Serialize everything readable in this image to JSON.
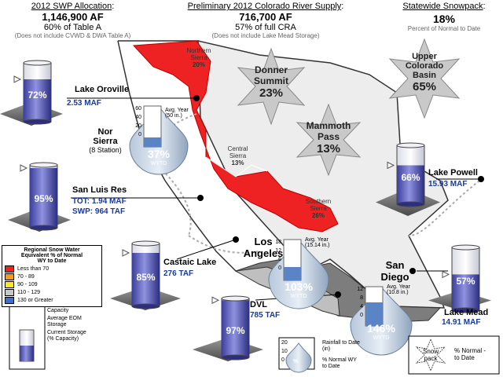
{
  "headers": {
    "swp": {
      "title": "2012 SWP Allocation",
      "colon": ":",
      "af": "1,146,900 AF",
      "pct": "60% of Table A",
      "note": "(Does not include CVWD & DWA Table A)"
    },
    "colorado": {
      "title": "Preliminary 2012 Colorado River Supply",
      "colon": ":",
      "af": "716,700 AF",
      "pct": "57% of full CRA",
      "note": "(Does not include Lake Mead Storage)"
    },
    "snowpack": {
      "title": "Statewide Snowpack",
      "colon": ":",
      "pct": "18%",
      "note": "Percent of Normal to Date"
    }
  },
  "reservoirs": [
    {
      "id": "oroville",
      "name": "Lake Oroville",
      "value": "2.53 MAF",
      "pct": "72%",
      "fill": 0.72
    },
    {
      "id": "sanluis",
      "name": "San Luis Res",
      "tot": "TOT:  1.94 MAF",
      "swp": "SWP:  964 TAF",
      "pct": "95%",
      "fill": 0.95
    },
    {
      "id": "castaic",
      "name": "Castaic Lake",
      "value": "276 TAF",
      "pct": "85%",
      "fill": 0.85
    },
    {
      "id": "dvl",
      "name": "DVL",
      "value": "785 TAF",
      "pct": "97%",
      "fill": 0.97
    },
    {
      "id": "powell",
      "name": "Lake Powell",
      "value": "15.93 MAF",
      "pct": "66%",
      "fill": 0.66
    },
    {
      "id": "mead",
      "name": "Lake Mead",
      "value": "14.91 MAF",
      "pct": "57%",
      "fill": 0.57
    }
  ],
  "regions": {
    "northern": {
      "name1": "Northern",
      "name2": "Sierra",
      "pct": "20%"
    },
    "central": {
      "name1": "Central",
      "name2": "Sierra",
      "pct": "13%"
    },
    "southern": {
      "name1": "Southern",
      "name2": "Sierra",
      "pct": "26%"
    }
  },
  "snowflakes": {
    "donner": {
      "l1": "Donner",
      "l2": "Summit",
      "pct": "23%"
    },
    "mammoth": {
      "l1": "Mammoth",
      "l2": "Pass",
      "pct": "13%"
    },
    "colorado": {
      "l1": "Upper",
      "l2": "Colorado",
      "l3": "Basin",
      "pct": "65%"
    }
  },
  "rain": {
    "norsierra": {
      "l1": "Nor",
      "l2": "Sierra",
      "l3": "(8 Station)",
      "pct": "37%",
      "wytd": "WYTD",
      "avg": "Avg. Year",
      "avgval": "(50 in.)",
      "ticks": [
        "60",
        "40",
        "20",
        "0"
      ]
    },
    "la": {
      "l1": "Los",
      "l2": "Angeles",
      "pct": "103%",
      "wytd": "WYTD",
      "avg": "Avg. Year",
      "avgval": "(15.14 in.)",
      "ticks": [
        "18",
        "12",
        "6",
        "0"
      ]
    },
    "sd": {
      "l1": "San",
      "l2": "Diego",
      "pct": "146%",
      "wytd": "WYTD",
      "avg": "Avg. Year",
      "avgval": "(10.8 in.)",
      "ticks": [
        "12",
        "8",
        "4",
        "0"
      ]
    }
  },
  "legend_snow": {
    "title1": "Regional Snow Water",
    "title2": "Equivalent % of Normal",
    "title3": "WY to Date",
    "items": [
      {
        "label": "Less than 70",
        "color": "#e8261e"
      },
      {
        "label": "70 - 89",
        "color": "#f59a1c"
      },
      {
        "label": "90 - 109",
        "color": "#ffe81a"
      },
      {
        "label": "110 - 129",
        "color": "#c8c8c8"
      },
      {
        "label": "130 or Greater",
        "color": "#3a6fd6"
      }
    ]
  },
  "legend_bottom": {
    "capacity": "Capacity",
    "avg1": "Average EOM",
    "avg2": "Storage",
    "current1": "Current Storage",
    "current2": "(% Capacity)",
    "rain_ticks": [
      "20",
      "10",
      "0"
    ],
    "rain1": "Rainfall to Date",
    "rain2": "(in)",
    "rain3": "% Normal WY",
    "rain4": "to Date",
    "pctsym": "%",
    "snow1": "Snow",
    "snow2": "pack",
    "snowpct1": "% Normal -",
    "snowpct2": "to Date"
  }
}
